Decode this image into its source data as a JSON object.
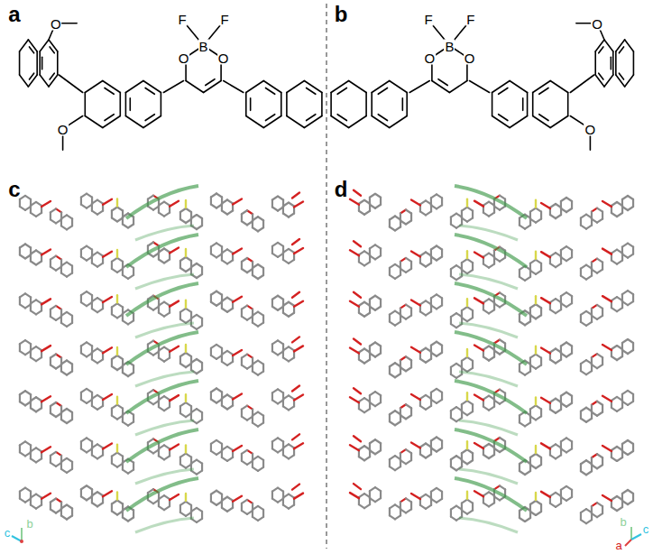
{
  "diagram": {
    "labels": [
      "a",
      "F",
      "F",
      "B",
      "O",
      "O",
      "O",
      "O",
      "b",
      "F",
      "F",
      "B",
      "O",
      "O",
      "O",
      "O",
      "c",
      "d",
      "c",
      "b",
      "b",
      "c",
      "a"
    ]
  }
}
